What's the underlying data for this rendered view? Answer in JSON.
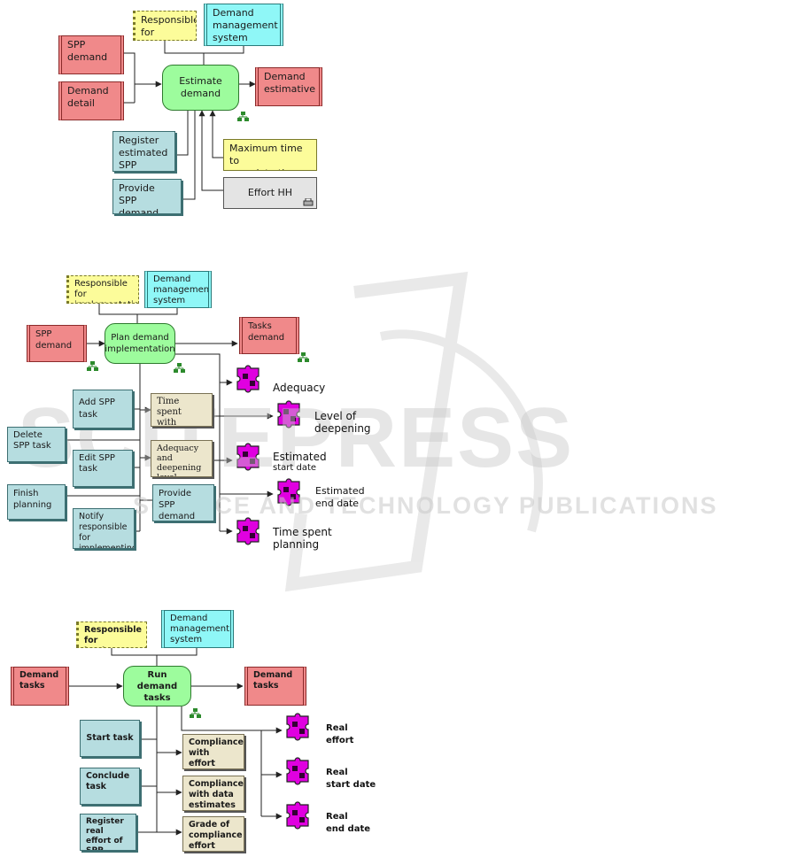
{
  "watermark": {
    "big": "SCITEPRESS",
    "small": "SCIENCE AND TECHNOLOGY PUBLICATIONS"
  },
  "d1": {
    "responsible": "Responsible\nfor estimate",
    "system": "Demand\nmanagement\nsystem",
    "spp_demand": "SPP\ndemand",
    "demand_detail": "Demand\ndetail",
    "process": "Estimate\ndemand",
    "output": "Demand\nestimative",
    "register": "Register\nestimated\nSPP demand",
    "provide": "Provide SPP\ndemand",
    "max_time": "Maximum time to\ncomplete the task",
    "effort": "Effort HH"
  },
  "d2": {
    "responsible": "Responsible for\nimplementation",
    "system": "Demand\nmanagement\nsystem",
    "spp_demand": "SPP\ndemand",
    "process": "Plan demand\nimplementation",
    "output": "Tasks\ndemand",
    "add_task": "Add SPP task",
    "delete_task": "Delete\nSPP task",
    "edit_task": "Edit SPP\ntask",
    "finish": "Finish\nplanning",
    "notify": "Notify\nresponsible for\nimplementing",
    "note_time": "Time spent\nwith planning",
    "note_adeq": "Adequacy and\ndeepening\nlevel",
    "provide": "Provide SPP\ndemand",
    "k_adequacy": "Adequacy",
    "k_level": "Level of\ndeepening",
    "k_start_main": "Estimated",
    "k_start_sub": "start date",
    "k_end": "Estimated\nend date",
    "k_time": "Time spent\nplanning"
  },
  "d3": {
    "responsible": "Responsible for\nimplementation",
    "system": "Demand\nmanagement\nsystem",
    "input": "Demand\ntasks",
    "process": "Run demand\ntasks",
    "output": "Demand\ntasks",
    "start_task": "Start task",
    "conclude": "Conclude\ntask",
    "register": "Register real\neffort of SPP\ndemand",
    "c_effort": "Compliance\nwith effort\nestimates",
    "c_data": "Compliance\nwith data\nestimates",
    "c_grade": "Grade of\ncompliance\neffort",
    "k_effort": "Real\neffort",
    "k_start": "Real\nstart date",
    "k_end": "Real\nend date"
  },
  "colors": {
    "event": "#f0898a",
    "process": "#9dfc9d",
    "function": "#b6dde0",
    "system": "#8ff7f7",
    "role": "#fcfc9a",
    "kpi": "#e000e0"
  }
}
